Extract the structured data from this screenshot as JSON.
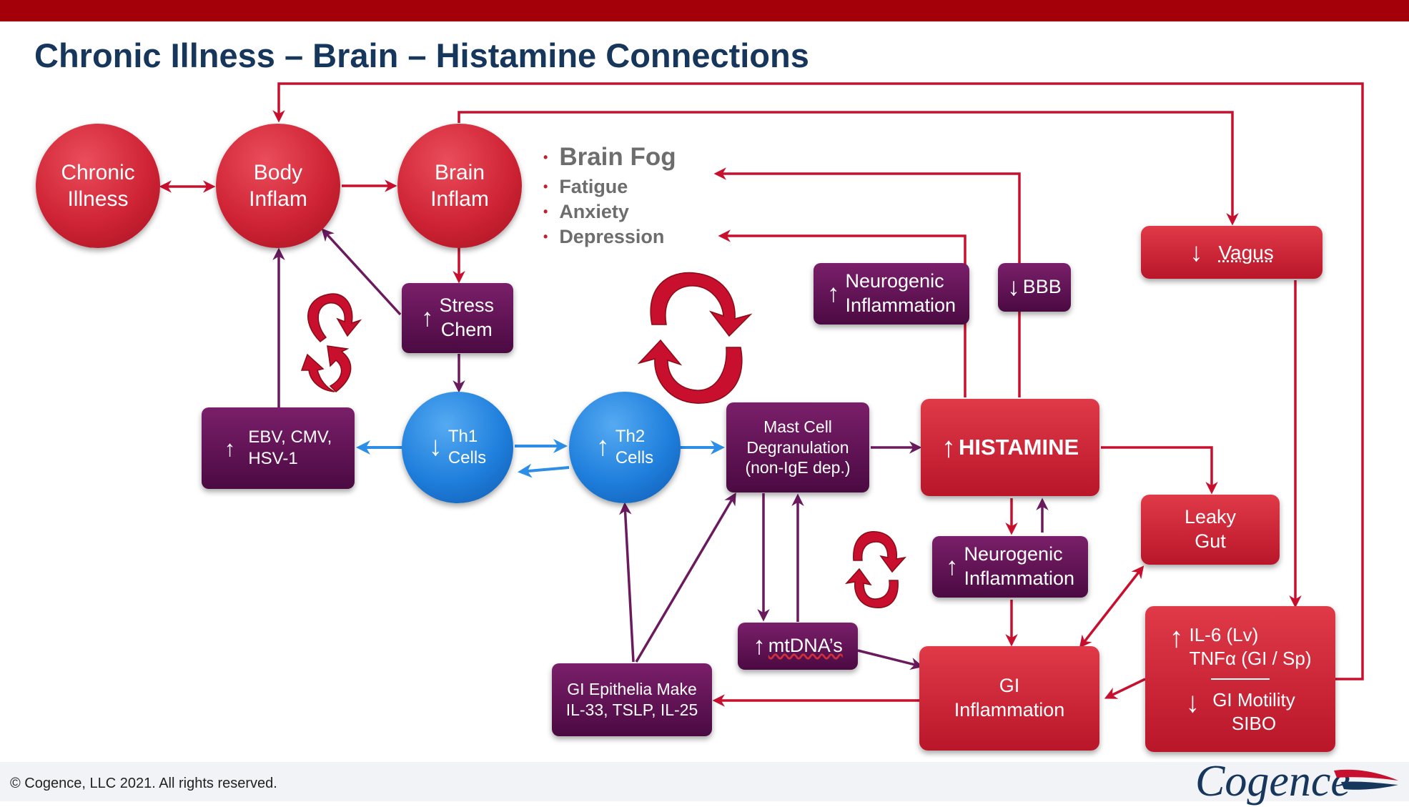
{
  "title": "Chronic Illness – Brain – Histamine Connections",
  "nodes": {
    "chronic_illness": [
      "Chronic",
      "Illness"
    ],
    "body_inflam": [
      "Body",
      "Inflam"
    ],
    "brain_inflam": [
      "Brain",
      "Inflam"
    ],
    "stress_chem": [
      "Stress",
      "Chem"
    ],
    "th1_cells": [
      "Th1",
      "Cells"
    ],
    "th2_cells": [
      "Th2",
      "Cells"
    ],
    "ebv": [
      "EBV, CMV,",
      "HSV-1"
    ],
    "mast_cell": [
      "Mast Cell",
      "Degranulation",
      "(non-IgE dep.)"
    ],
    "histamine": "HISTAMINE",
    "neuro_top": [
      "Neurogenic",
      "Inflammation"
    ],
    "bbb": "BBB",
    "vagus": "Vagus",
    "leaky_gut": [
      "Leaky",
      "Gut"
    ],
    "neuro_mid": [
      "Neurogenic",
      "Inflammation"
    ],
    "mtdna": "mtDNA’s",
    "gi_inflammation": [
      "GI",
      "Inflammation"
    ],
    "gi_epithelia": [
      "GI Epithelia Make",
      "IL-33, TSLP, IL-25"
    ],
    "il6_top": [
      "IL-6 (Lv)",
      "TNFα (GI / Sp)"
    ],
    "il6_bottom": [
      "GI Motility",
      "SIBO"
    ]
  },
  "symptoms": [
    "Brain Fog",
    "Fatigue",
    "Anxiety",
    "Depression"
  ],
  "glyphs": {
    "up": "↑",
    "down": "↓"
  },
  "colors": {
    "red": "#c8102e",
    "purple": "#6b1a5e",
    "blue": "#2c8ee6",
    "title": "#16365c"
  },
  "footer": {
    "copyright": "© Cogence, LLC 2021. All rights reserved.",
    "logo": "Cogence"
  }
}
